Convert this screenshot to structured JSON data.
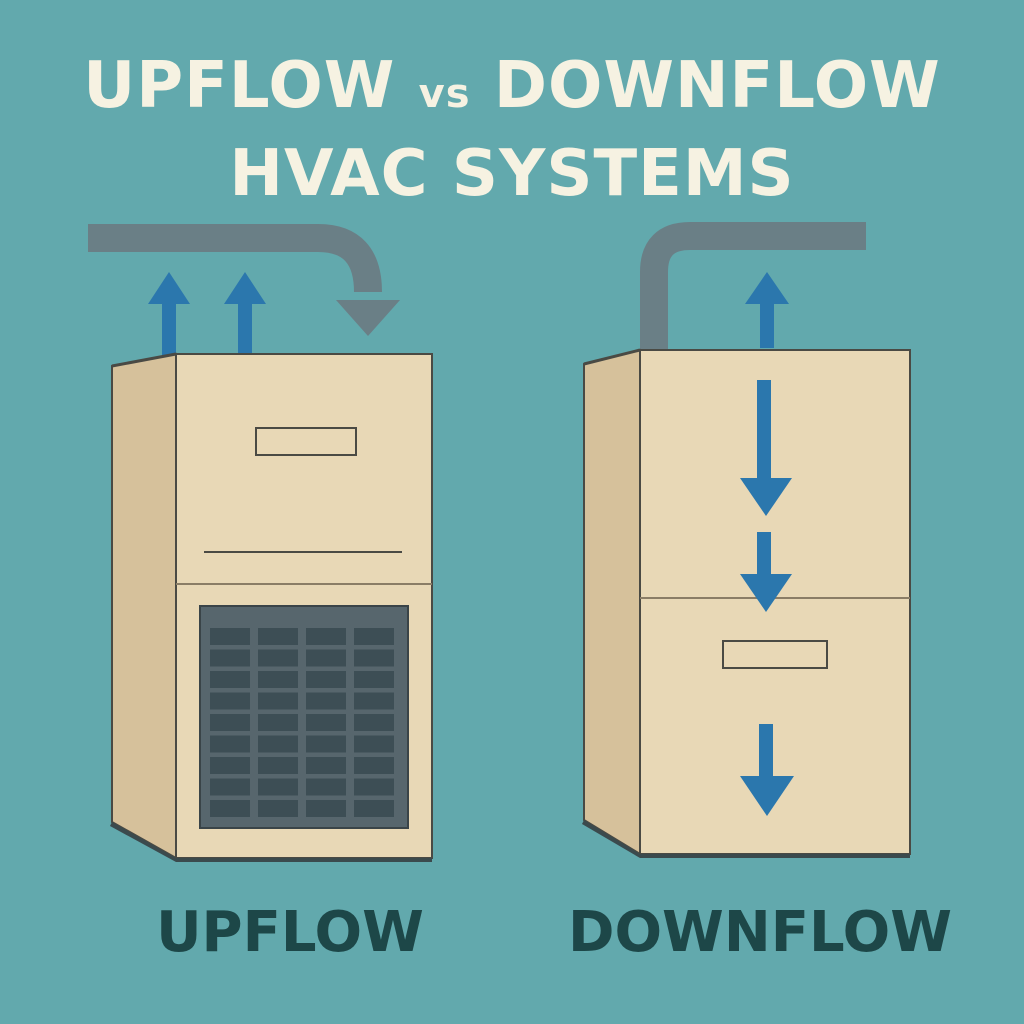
{
  "title": {
    "line1_part1": "UPFLOW",
    "line1_vs": "vs",
    "line1_part2": "DOWNFLOW",
    "line2": "HVAC SYSTEMS"
  },
  "labels": {
    "upflow": "UPFLOW",
    "downflow": "DOWNFLOW"
  },
  "colors": {
    "background": "#62a9ad",
    "cabinet_front": "#e8d8b6",
    "cabinet_side": "#d6c19b",
    "arrow_blue": "#2b77ad",
    "duct_gray": "#6a7f86",
    "grille_dark": "#3d4e55",
    "title_text": "#f6f2e2",
    "label_text": "#1d4748"
  }
}
